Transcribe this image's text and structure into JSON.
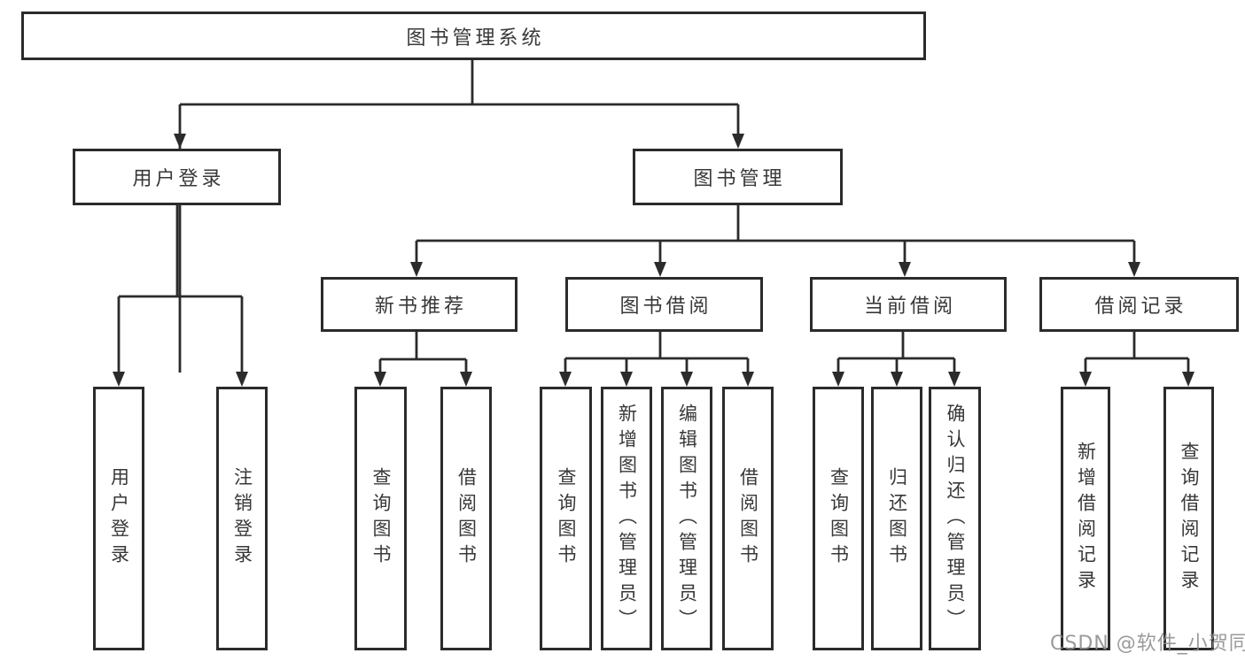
{
  "diagram_type": "hierarchy-tree",
  "colors": {
    "background": "#ffffff",
    "box_border": "#2b2b2b",
    "connector_line": "#2b2b2b",
    "arrowhead": "#2b2b2b",
    "node_text": "#383838",
    "watermark_text": "#8c8c8c"
  },
  "watermark": {
    "text": "CSDN @软件_小贺同学"
  },
  "tree": {
    "label": "图书管理系统",
    "children": [
      {
        "label": "用户登录",
        "children": [
          {
            "label": "用户登录"
          },
          {
            "label": "注销登录"
          }
        ]
      },
      {
        "label": "图书管理",
        "children": [
          {
            "label": "新书推荐",
            "children": [
              {
                "label": "查询图书"
              },
              {
                "label": "借阅图书"
              }
            ]
          },
          {
            "label": "图书借阅",
            "children": [
              {
                "label": "查询图书"
              },
              {
                "label": "新增图书（管理员）"
              },
              {
                "label": "编辑图书（管理员）"
              },
              {
                "label": "借阅图书"
              }
            ]
          },
          {
            "label": "当前借阅",
            "children": [
              {
                "label": "查询图书"
              },
              {
                "label": "归还图书"
              },
              {
                "label": "确认归还（管理员）"
              }
            ]
          },
          {
            "label": "借阅记录",
            "children": [
              {
                "label": "新增借阅记录"
              },
              {
                "label": "查询借阅记录"
              }
            ]
          }
        ]
      }
    ]
  }
}
